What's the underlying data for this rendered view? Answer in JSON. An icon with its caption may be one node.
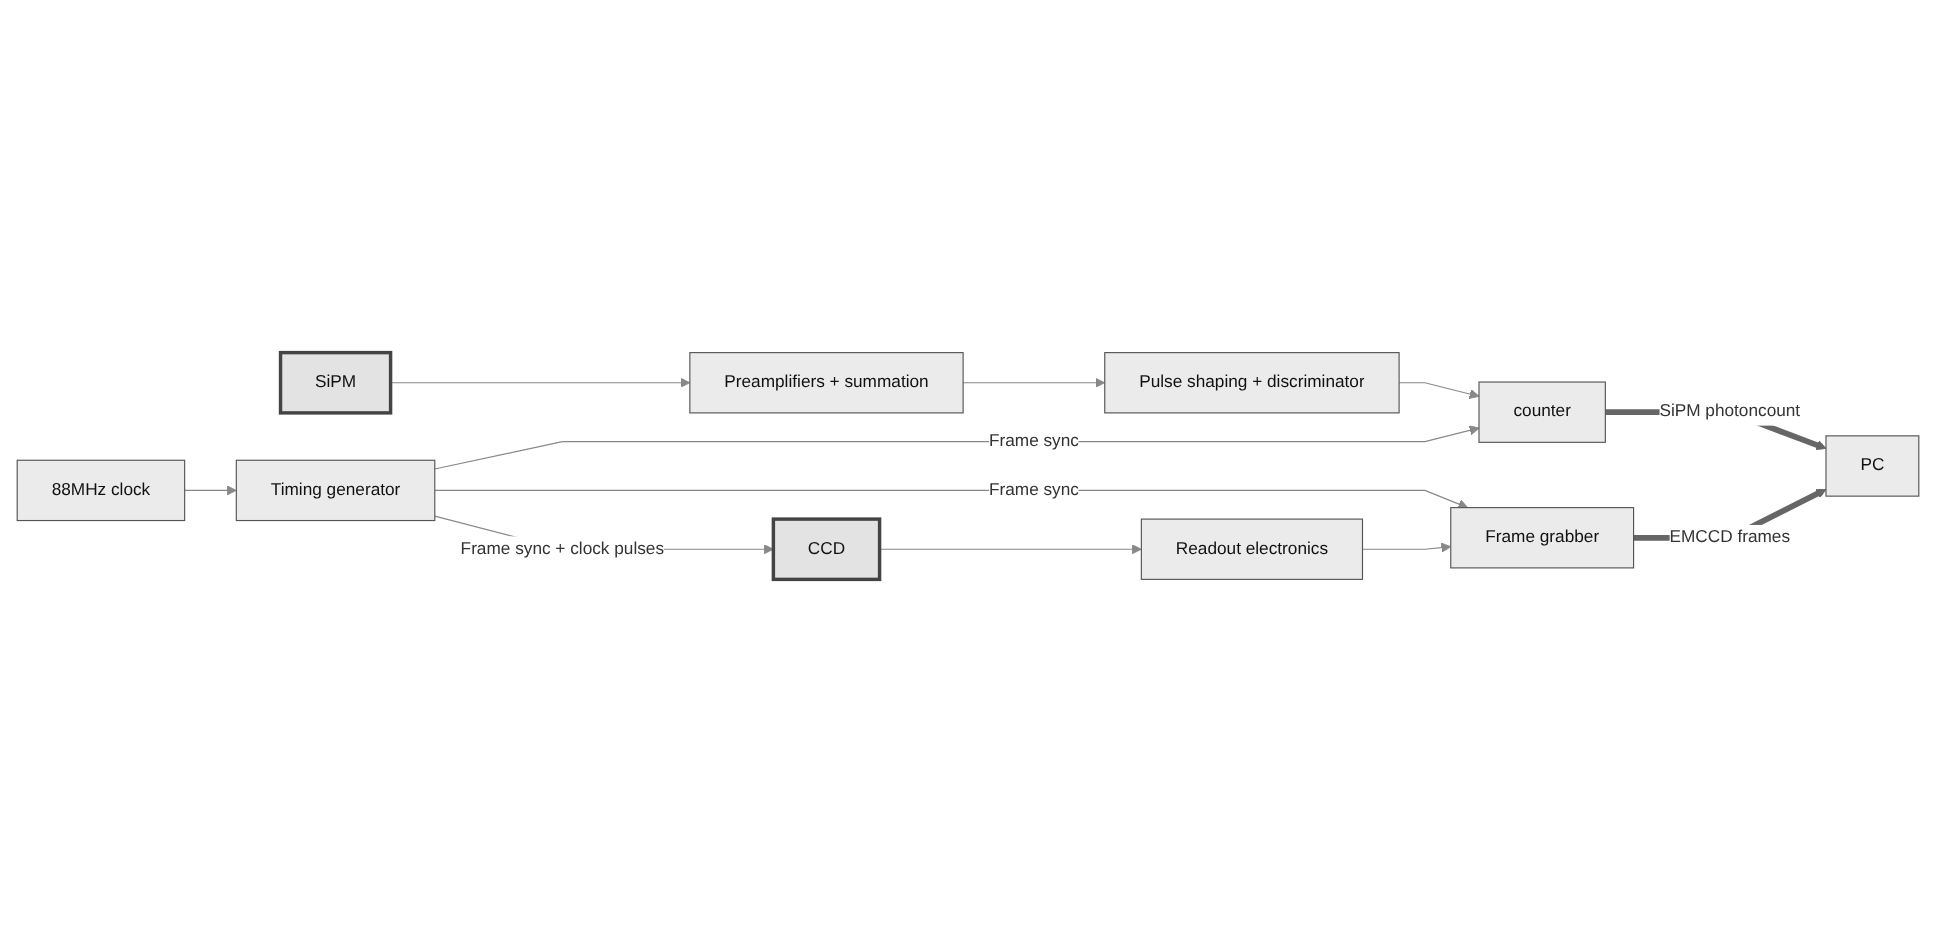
{
  "diagram": {
    "nodes": [
      {
        "text": [
          "Preamplifiers + summation"
        ]
      },
      {
        "text": [
          "Pulse shaping + discriminator"
        ]
      },
      {
        "text": [
          "counter"
        ]
      },
      {
        "text": [
          "SiPM"
        ]
      },
      {
        "text": [
          "CCD"
        ]
      },
      {
        "text": [
          "Timing generator"
        ]
      },
      {
        "text": [
          "88MHz clock"
        ]
      },
      {
        "text": [
          "PC"
        ]
      },
      {
        "text": [
          "Readout electronics"
        ]
      },
      {
        "text": [
          "Frame grabber"
        ]
      }
    ],
    "edges": [
      {
        "from": 3,
        "to": 0,
        "arrow": "to"
      },
      {
        "from": 0,
        "to": 1,
        "arrow": "to"
      },
      {
        "from": 1,
        "to": 2,
        "arrow": "to"
      },
      {
        "from": 5,
        "to": 2,
        "arrow": "to",
        "label": "Frame sync"
      },
      {
        "from": 6,
        "to": 5,
        "arrow": "to"
      },
      {
        "from": 5,
        "to": 4,
        "arrow": "to",
        "label": "Frame sync + clock pulses"
      },
      {
        "from": 5,
        "to": 9,
        "arrow": "to",
        "label": "Frame sync"
      },
      {
        "from": 4,
        "to": 8,
        "arrow": "to"
      },
      {
        "from": 8,
        "to": 9,
        "arrow": "to"
      },
      {
        "from": 2,
        "to": 7,
        "arrow": "to",
        "label": "SiPM photoncount",
        "style": "thick"
      },
      {
        "from": 9,
        "to": 7,
        "arrow": "to",
        "label": "EMCCD frames",
        "style": "thick"
      }
    ]
  }
}
